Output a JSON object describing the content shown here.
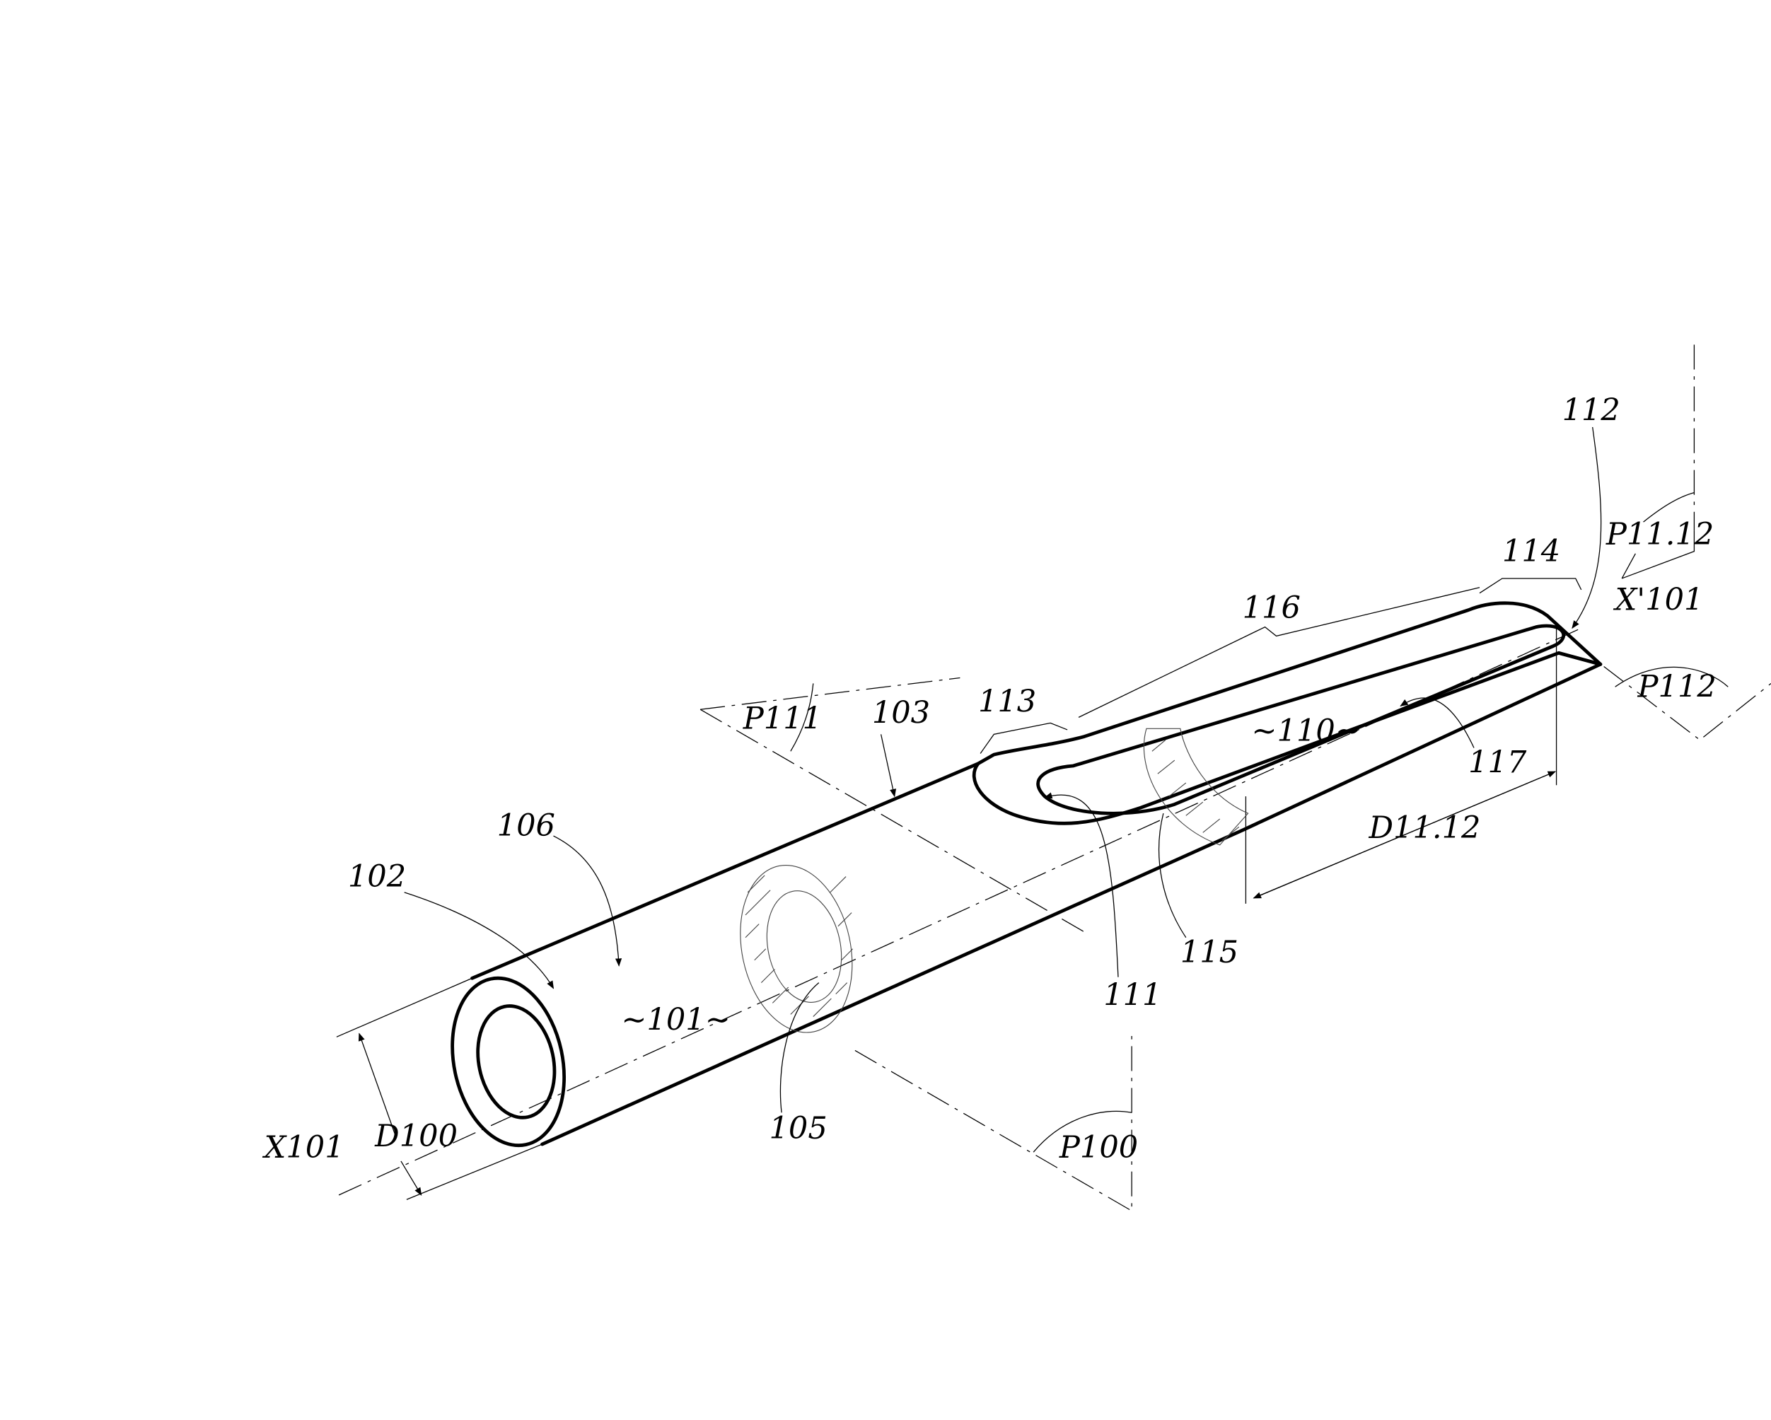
{
  "figure": {
    "labels": {
      "l112": "112",
      "l114": "114",
      "p1112": "P11.12",
      "x101p": "X'101",
      "l116": "116",
      "p112": "P112",
      "l113": "113",
      "p111": "P111",
      "l103": "103",
      "l110": "~110~",
      "l117": "117",
      "d1112": "D11.12",
      "l106": "106",
      "l102": "102",
      "l115": "115",
      "l111": "111",
      "l101": "~101~",
      "l105": "105",
      "x101": "X101",
      "d100": "D100",
      "p100": "P100"
    }
  }
}
